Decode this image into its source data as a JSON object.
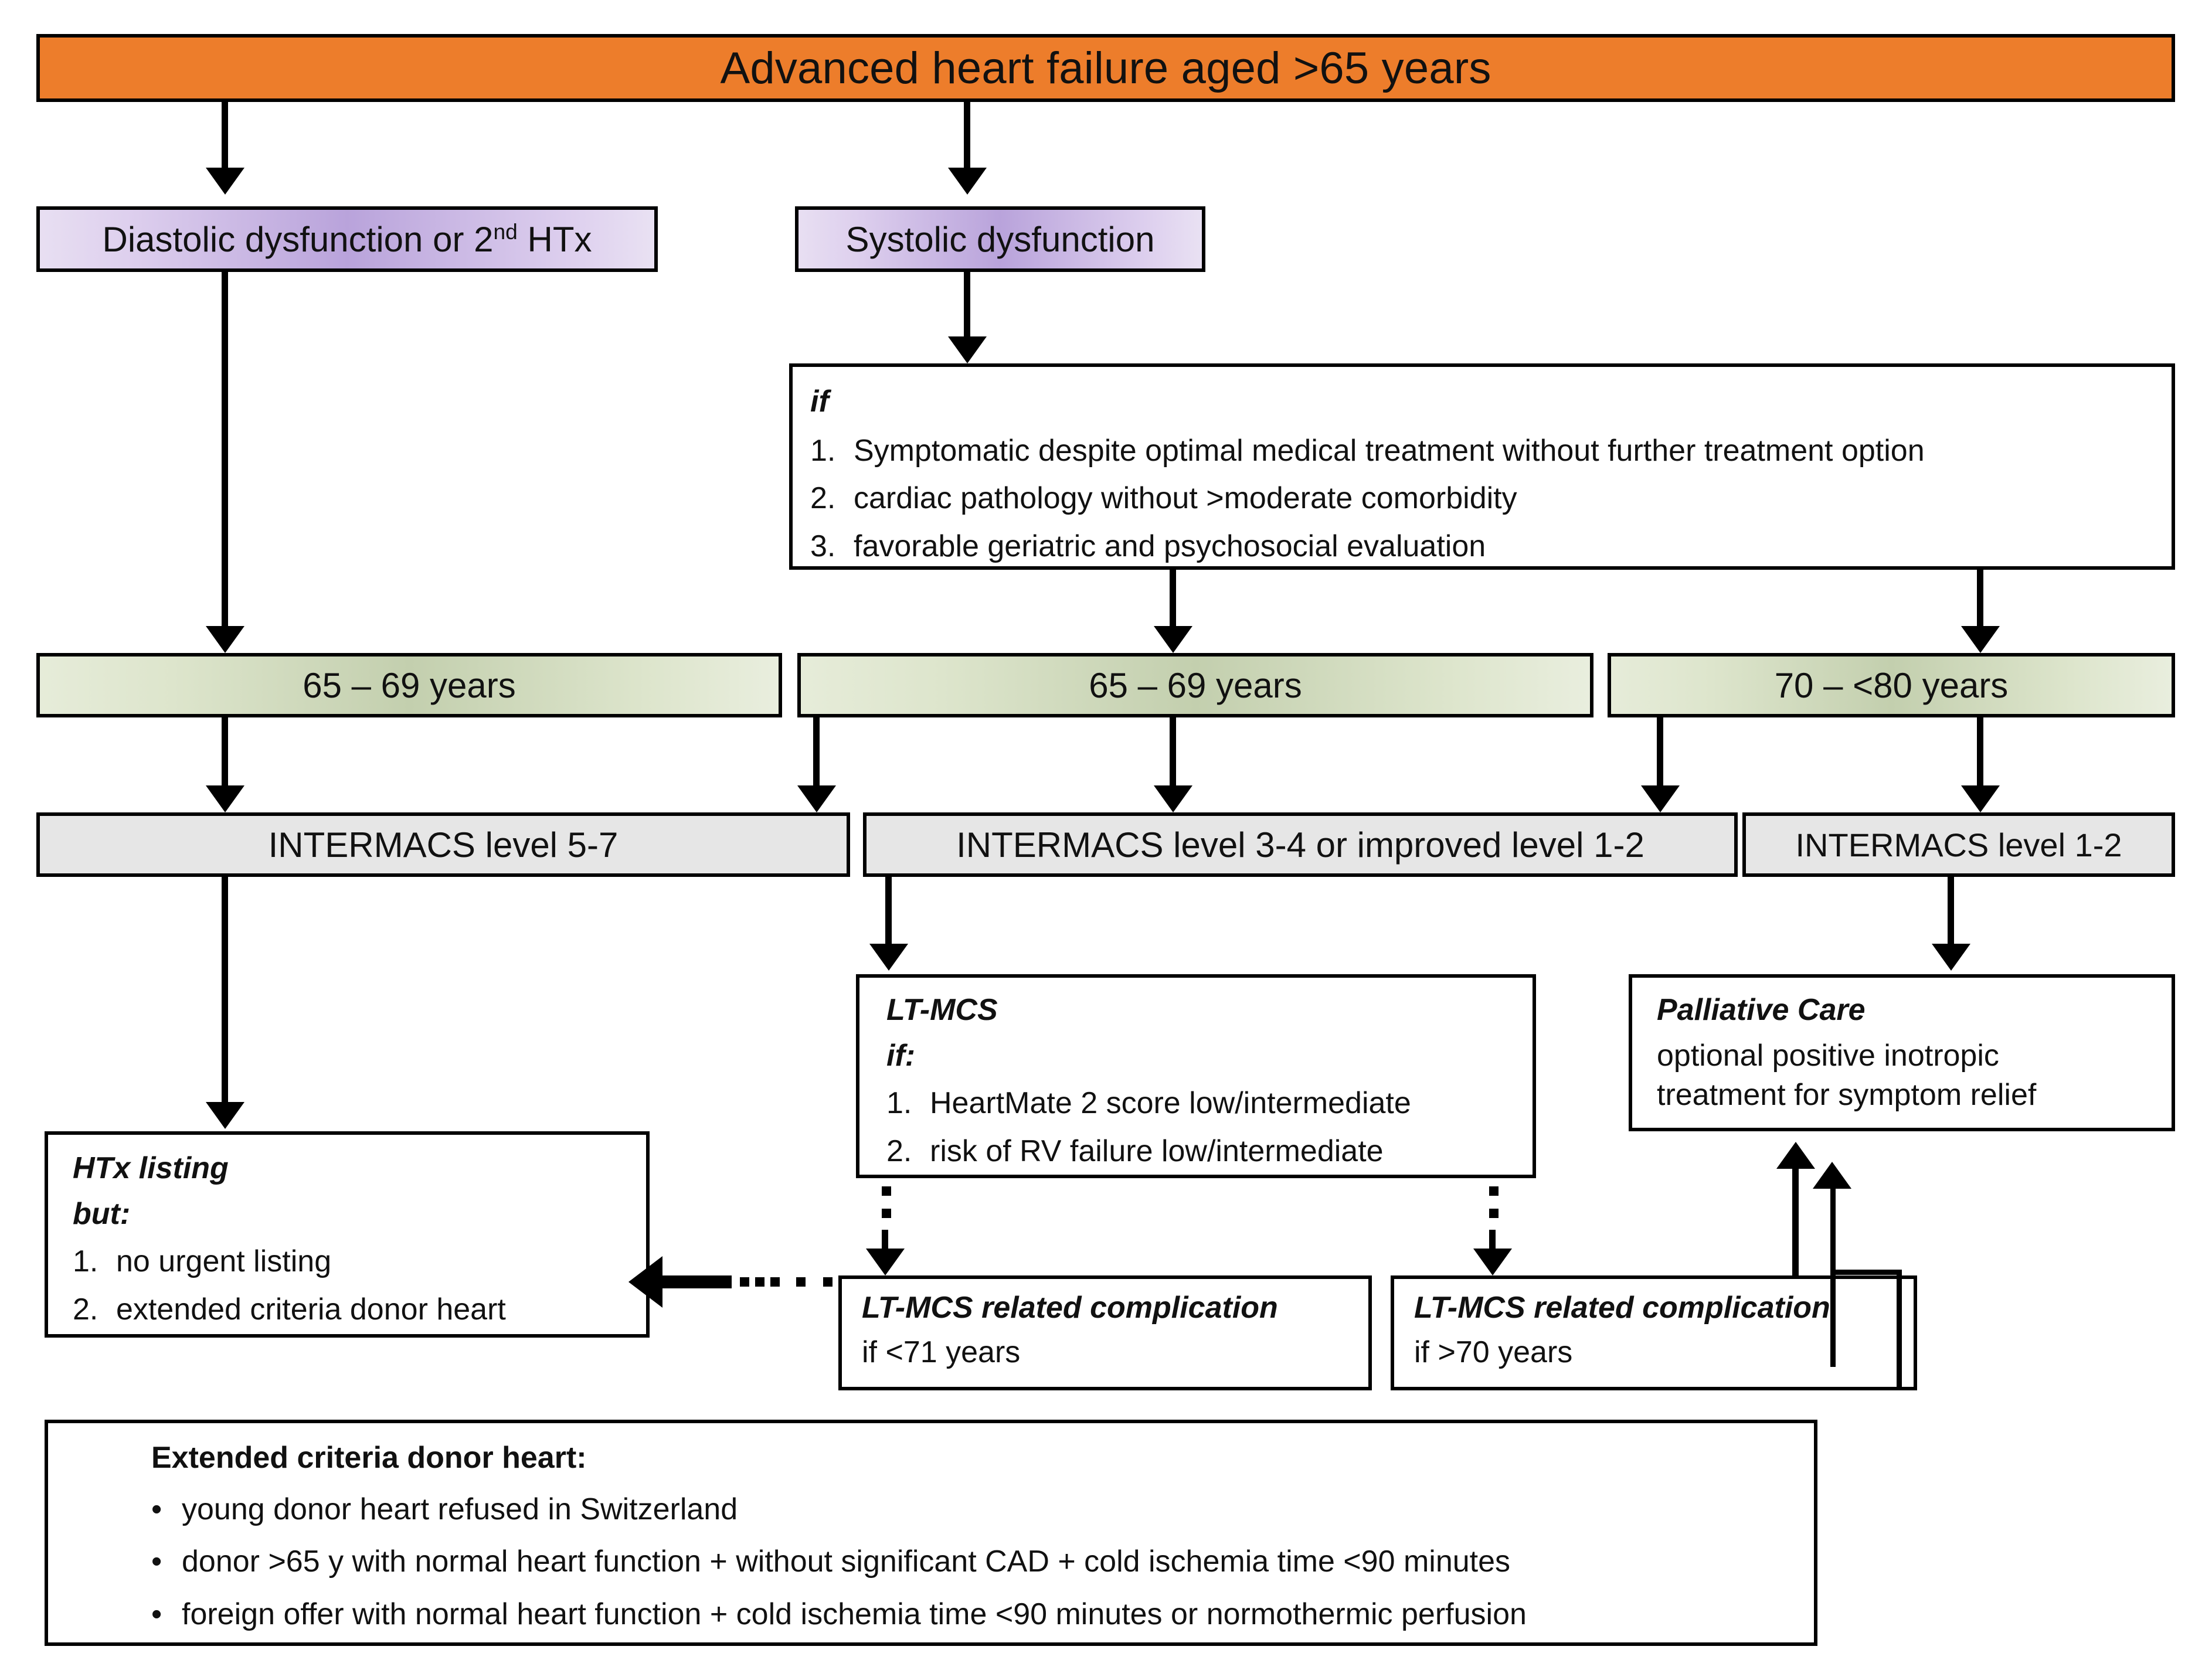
{
  "title": "Advanced heart failure treatment algorithm for patients aged over 65 years",
  "header": {
    "label": "Advanced heart failure aged  >65 years"
  },
  "dysfunction": {
    "diastolic": "Diastolic dysfunction or 2",
    "diastolic_sup": "nd",
    "diastolic_tail": " HTx",
    "systolic": "Systolic dysfunction"
  },
  "if_box": {
    "keyword": "if",
    "items": [
      {
        "n": "1.",
        "text": "Symptomatic despite optimal medical treatment without further treatment option"
      },
      {
        "n": "2.",
        "text": "cardiac pathology without >moderate comorbidity"
      },
      {
        "n": "3.",
        "text": "favorable geriatric and psychosocial evaluation"
      }
    ]
  },
  "age_bands": {
    "left": "65 – 69 years",
    "middle": "65 – 69 years",
    "right": "70 – <80 years"
  },
  "intermacs": {
    "left": "INTERMACS level 5-7",
    "middle": "INTERMACS level 3-4 or improved level 1-2",
    "right": "INTERMACS level 1-2"
  },
  "lt_mcs": {
    "title": "LT-MCS",
    "keyword": "if:",
    "items": [
      {
        "n": "1.",
        "text": "HeartMate 2 score low/intermediate"
      },
      {
        "n": "2.",
        "text": "risk of RV failure low/intermediate"
      }
    ]
  },
  "palliative": {
    "title": "Palliative Care",
    "line1": "optional positive inotropic",
    "line2": "treatment for symptom relief"
  },
  "htx": {
    "title": "HTx listing",
    "keyword": "but:",
    "items": [
      {
        "n": "1.",
        "text": "no urgent listing"
      },
      {
        "n": "2.",
        "text": "extended criteria donor heart"
      }
    ]
  },
  "complication_left": {
    "title": "LT-MCS related complication",
    "condition": "if <71 years"
  },
  "complication_right": {
    "title": "LT-MCS related complication",
    "condition": "if >70 years"
  },
  "legend": {
    "title": "Extended criteria donor heart:",
    "items": [
      "young donor heart refused in Switzerland",
      "donor >65 y with normal heart function + without significant CAD + cold ischemia time <90 minutes",
      "foreign offer with normal heart function + cold ischemia time <90 minutes or normothermic perfusion"
    ],
    "bullet": "•"
  },
  "colors": {
    "header_orange": "#ed7d2b",
    "dysfunction_purple": "#b9a3db",
    "age_green": "#c3cfae",
    "intermacs_gray": "#e6e6e6",
    "outline_black": "#000000"
  }
}
